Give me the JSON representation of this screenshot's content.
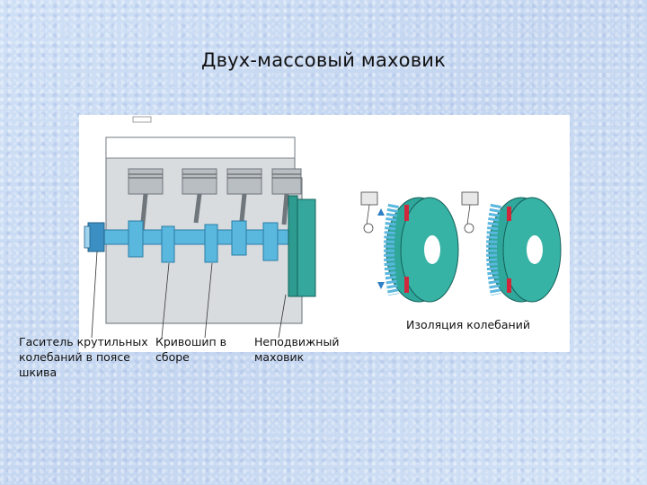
{
  "slide": {
    "title": "Двух-массовый маховик"
  },
  "labels": {
    "torsional_damper": "Гаситель крутильных\nколебаний в поясе\nшкива",
    "crankshaft": "Кривошип в\nсборе",
    "fixed_flywheel": "Неподвижный\nмаховик",
    "vibration_isolation": "Изоляция колебаний"
  },
  "colors": {
    "engine_body": "#d6d9dc",
    "crank_blue": "#5ab7de",
    "flywheel_teal": "#2e9b91",
    "spring_red": "#d0283a",
    "arrow_blue": "#2f7fc6"
  }
}
